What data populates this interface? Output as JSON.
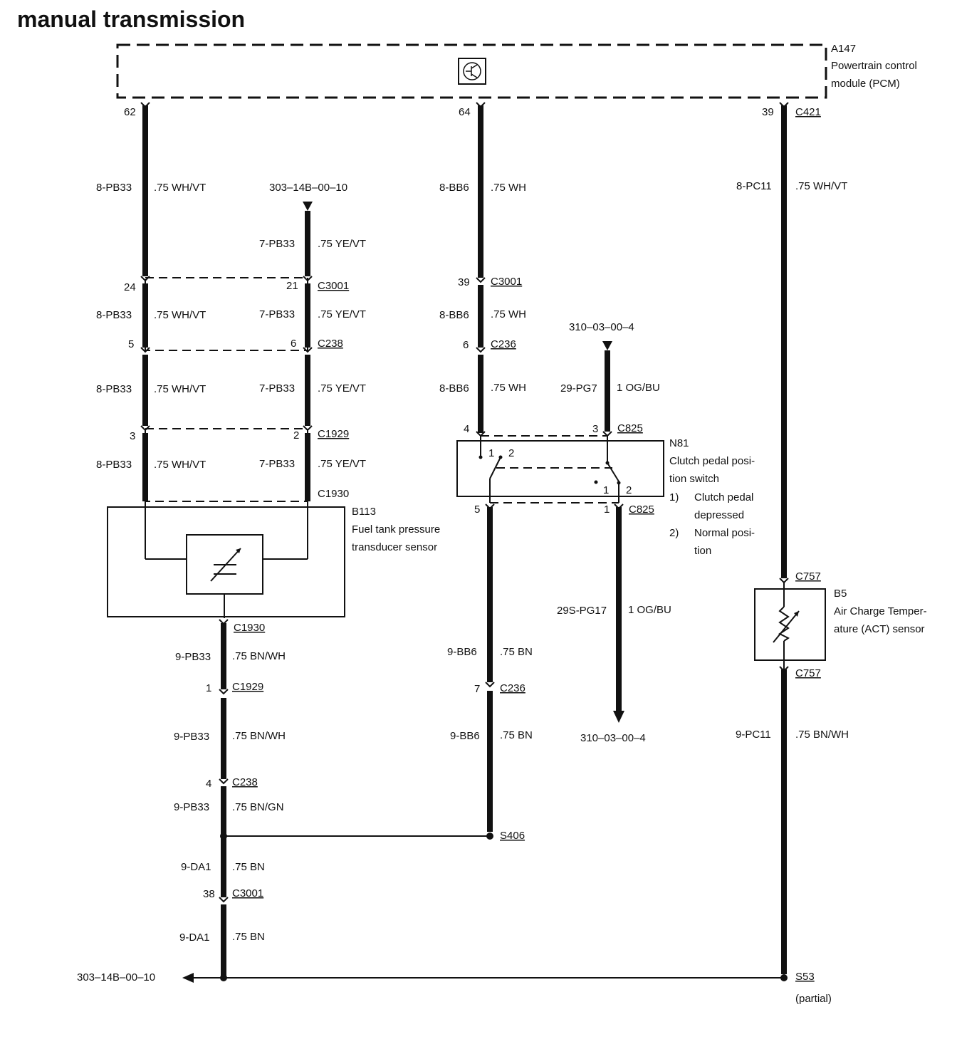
{
  "title": "manual transmission",
  "pcm": {
    "ref": "A147",
    "line1": "Powertrain control",
    "line2": "module (PCM)"
  },
  "pcm_pins": {
    "left": "62",
    "middle": "64",
    "right": "39",
    "right_connector": "C421"
  },
  "wire_left": {
    "circuit": "8-PB33",
    "spec": ".75 WH/VT"
  },
  "wire_mid": {
    "circuit": "8-BB6",
    "spec": ".75 WH"
  },
  "wire_right": {
    "circuit": "8-PC11",
    "spec": ".75 WH/VT"
  },
  "ref_top_ye": "303–14B–00–10",
  "wire_ye": {
    "circuit": "7-PB33",
    "spec": ".75 YE/VT"
  },
  "c3001_row": {
    "pin_left": "24",
    "pin_ye": "21",
    "connector": "C3001",
    "pin_mid": "39",
    "connector_mid": "C3001"
  },
  "c238_row": {
    "pin_left": "5",
    "pin_ye": "6",
    "connector": "C238",
    "pin_mid": "6",
    "connector_mid": "C236"
  },
  "ref_og": "310–03–00–4",
  "wire_og": {
    "circuit": "29-PG7",
    "spec": "1 OG/BU"
  },
  "c1929_row": {
    "pin_left": "3",
    "pin_ye": "2",
    "connector": "C1929"
  },
  "c825_top": {
    "pin_mid": "4",
    "pin_og": "3",
    "connector": "C825"
  },
  "c1930_top": "C1930",
  "b113": {
    "ref": "B113",
    "line1": "Fuel tank pressure",
    "line2": "transducer sensor"
  },
  "n81": {
    "ref": "N81",
    "line1": "Clutch pedal posi-",
    "line2": "tion switch",
    "note1_num": "1)",
    "note1_a": "Clutch pedal",
    "note1_b": "depressed",
    "note2_num": "2)",
    "note2_a": "Normal posi-",
    "note2_b": "tion",
    "contact_1": "1",
    "contact_2": "2",
    "contact_1b": "1",
    "contact_2b": "2"
  },
  "c825_bottom": {
    "pin_mid": "5",
    "pin_og": "1",
    "connector": "C825"
  },
  "wire_og2": {
    "circuit": "29S-PG17",
    "spec": "1 OG/BU"
  },
  "ref_og_bottom": "310–03–00–4",
  "b5": {
    "ref": "B5",
    "line1": "Air Charge Temper-",
    "line2": "ature (ACT) sensor",
    "connector_top": "C757",
    "connector_bottom": "C757"
  },
  "c1930_bottom": "C1930",
  "wire_bnwh": {
    "circuit": "9-PB33",
    "spec": ".75 BN/WH"
  },
  "c1929_bottom": {
    "pin": "1",
    "connector": "C1929"
  },
  "wire_bnwh2": {
    "circuit": "9-PB33",
    "spec": ".75 BN/WH"
  },
  "c238_bottom": {
    "pin": "4",
    "connector": "C238"
  },
  "wire_bngn": {
    "circuit": "9-PB33",
    "spec": ".75 BN/GN"
  },
  "wire_bb6_upper": {
    "circuit": "9-BB6",
    "spec": ".75 BN"
  },
  "c236_bottom": {
    "pin": "7",
    "connector": "C236"
  },
  "wire_bb6_lower": {
    "circuit": "9-BB6",
    "spec": ".75 BN"
  },
  "s406": "S406",
  "wire_pc11_bottom": {
    "circuit": "9-PC11",
    "spec": ".75 BN/WH"
  },
  "wire_da1_upper": {
    "circuit": "9-DA1",
    "spec": ".75 BN"
  },
  "c3001_bottom": {
    "pin": "38",
    "connector": "C3001"
  },
  "wire_da1_lower": {
    "circuit": "9-DA1",
    "spec": ".75 BN"
  },
  "ref_bottom_left": "303–14B–00–10",
  "s53": "S53",
  "s53_note": "(partial)",
  "pcm_icon": "transistor-symbol-icon",
  "b113_icon": "variable-resistor-icon",
  "b5_icon": "thermistor-icon"
}
